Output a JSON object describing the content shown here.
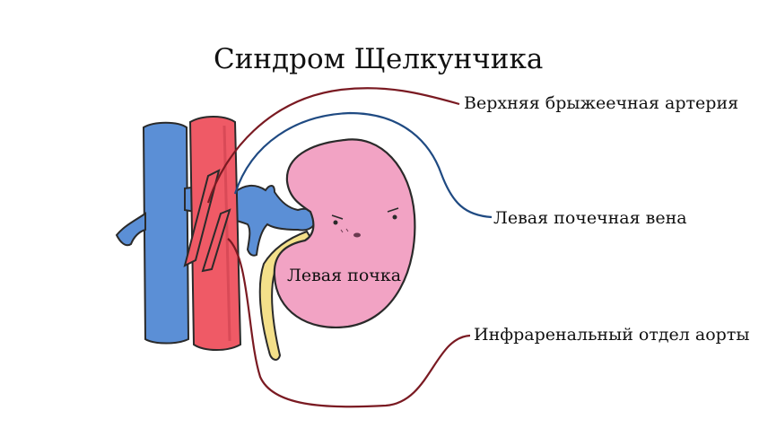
{
  "title": "Синдром Щелкунчика",
  "labels": {
    "superior_mesenteric_artery": "Верхняя брыжеечная артерия",
    "left_renal_vein": "Левая почечная вена",
    "left_kidney": "Левая почка",
    "infrarenal_aorta": "Инфраренальный отдел аорты"
  },
  "colors": {
    "vein_blue": "#5b8fd6",
    "artery_red": "#ef5a66",
    "kidney_pink": "#f2a3c4",
    "ureter_yellow": "#f4e08a",
    "leader_dark_red": "#7a1a22",
    "leader_dark_blue": "#1f4a82",
    "outline": "#2a2a2a"
  }
}
